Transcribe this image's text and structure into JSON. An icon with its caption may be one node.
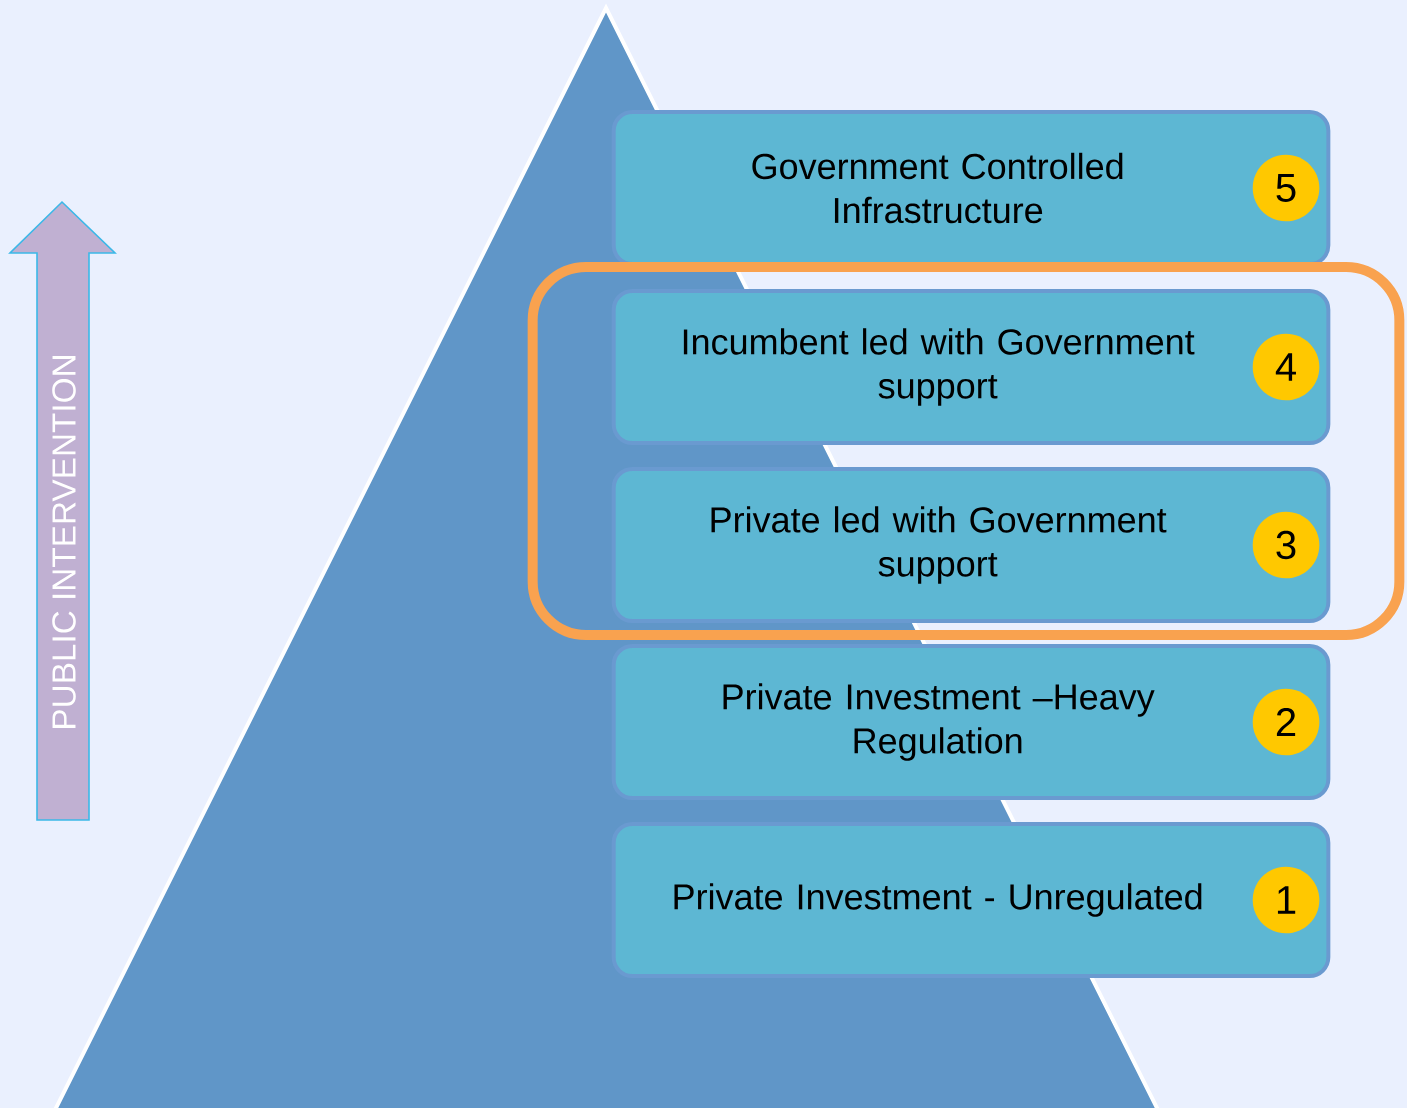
{
  "diagram": {
    "nodes": [
      {
        "text": [
          "Government Controlled Infrastructure"
        ]
      },
      {
        "text": [
          "5"
        ],
        "in": 0
      },
      {
        "text": [],
        "shape": "box"
      },
      {
        "text": [
          "Incumbent led with Government support"
        ],
        "in": 2
      },
      {
        "text": [
          "4"
        ],
        "in": 3
      },
      {
        "text": [
          "Private led with Government support"
        ],
        "in": 2
      },
      {
        "text": [
          "3"
        ],
        "in": 5
      },
      {
        "text": [
          "Private Investment –Heavy Regulation"
        ]
      },
      {
        "text": [
          "2"
        ],
        "in": 7
      },
      {
        "text": [
          "Private Investment - Unregulated"
        ]
      },
      {
        "text": [
          "1"
        ],
        "in": 9
      }
    ],
    "labels": [
      "PUBLIC INTERVENTION"
    ]
  }
}
